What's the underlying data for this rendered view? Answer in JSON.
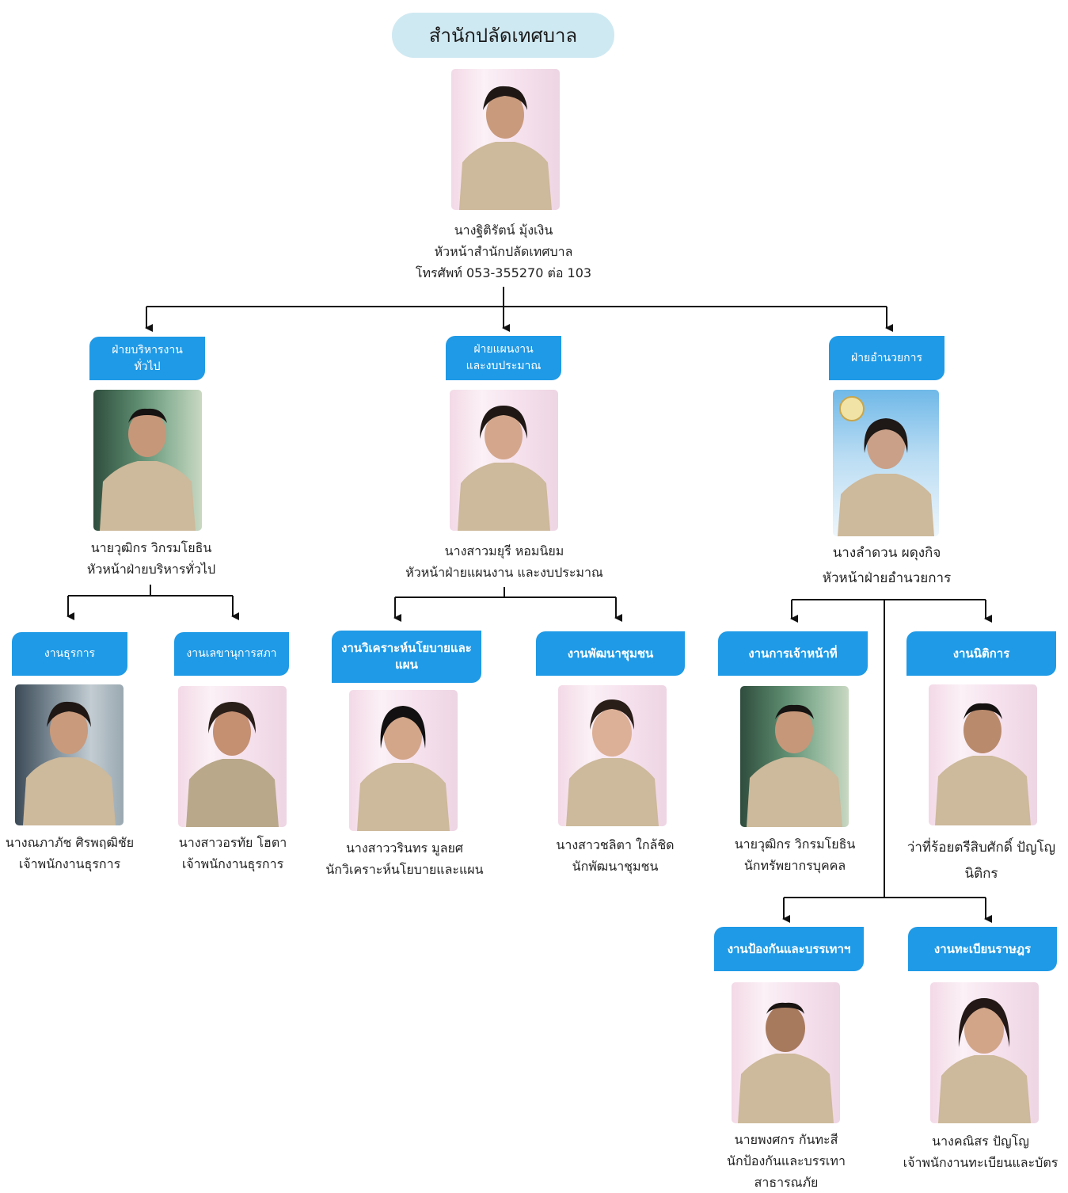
{
  "title": "สำนักปลัดเทศบาล",
  "head": {
    "name": "นางฐิติรัตน์  มุ้งเงิน",
    "role": "หัวหน้าสำนักปลัดเทศบาล",
    "phone": "โทรศัพท์ 053-355270 ต่อ 103"
  },
  "divisions": [
    {
      "label_l1": "ฝ่ายบริหารงาน",
      "label_l2": "ทั่วไป",
      "name": "นายวุฒิกร  วิกรมโยธิน",
      "role": "หัวหน้าฝ่ายบริหารทั่วไป",
      "units": [
        {
          "label": "งานธุรการ",
          "name": "นางณภาภัช ศิรพฤฒิชัย",
          "role": "เจ้าพนักงานธุรการ"
        },
        {
          "label": "งานเลขานุการสภา",
          "name": "นางสาวอรทัย  โฮตา",
          "role": "เจ้าพนักงานธุรการ"
        }
      ]
    },
    {
      "label_l1": "ฝ่ายแผนงาน",
      "label_l2": "และงบประมาณ",
      "name": "นางสาวมยุรี  หอมนิยม",
      "role": "หัวหน้าฝ่ายแผนงาน และงบประมาณ",
      "units": [
        {
          "label_l1": "งานวิเคราะห์นโยบายและ",
          "label_l2": "แผน",
          "name": "นางสาววรินทร  มูลยศ",
          "role": "นักวิเคราะห์นโยบายและแผน"
        },
        {
          "label": "งานพัฒนาชุมชน",
          "name": "นางสาวชลิตา  ใกล้ชิด",
          "role": "นักพัฒนาชุมชน"
        }
      ]
    },
    {
      "label": "ฝ่ายอำนวยการ",
      "name": "นางลำดวน ผดุงกิจ",
      "role": "หัวหน้าฝ่ายอำนวยการ",
      "units": [
        {
          "label": "งานการเจ้าหน้าที่",
          "name": "นายวุฒิกร  วิกรมโยธิน",
          "role": "นักทรัพยากรบุคคล"
        },
        {
          "label": "งานนิติการ",
          "name": "ว่าที่ร้อยตรีสิบศักดิ์ ปัญโญ",
          "role": "นิติกร"
        },
        {
          "label": "งานป้องกันและบรรเทาฯ",
          "name": "นายพงศกร กันทะสี",
          "role_l1": "นักป้องกันและบรรเทา",
          "role_l2": "สาธารณภัย"
        },
        {
          "label": "งานทะเบียนราษฎร",
          "name": "นางคณิสร ปัญโญ",
          "role": "เจ้าพนักงานทะเบียนและบัตร"
        }
      ]
    }
  ],
  "colors": {
    "label_bg": "#1f9ae6",
    "title_bg": "#cfe9f2",
    "uniform": "#cdb99b"
  }
}
